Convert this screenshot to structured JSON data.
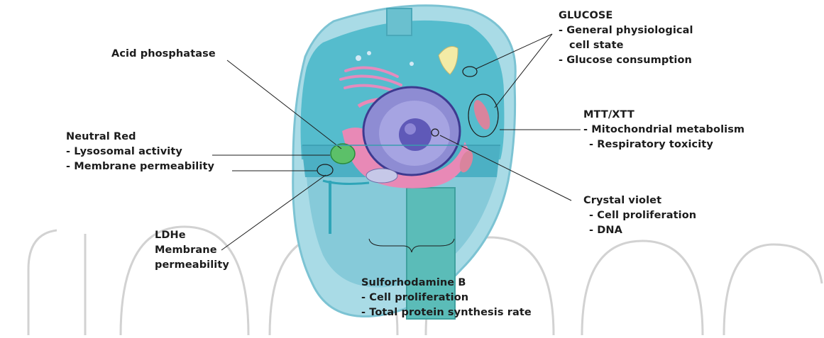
{
  "colors": {
    "cell": "#a9dbe6",
    "cytoplasm": "#55bccd",
    "nucleus": "#8e8cd3",
    "nucleolus": "#5f59b8",
    "er": "#e889b6",
    "lysosome": "#5cc069",
    "mitochondrion": "#d9849d",
    "watermark": "#d2d2d2",
    "text": "#1c1c1c"
  },
  "labels": {
    "acid_phosphatase": {
      "title": "Acid phosphatase"
    },
    "glucose": {
      "title": "GLUCOSE",
      "lines": [
        "- General physiological",
        "cell state",
        "- Glucose consumption"
      ]
    },
    "neutral_red": {
      "title": "Neutral Red",
      "lines": [
        "- Lysosomal activity",
        "- Membrane permeability"
      ]
    },
    "mtt": {
      "title": "MTT/XTT",
      "lines": [
        "- Mitochondrial metabolism",
        "- Respiratory toxicity"
      ]
    },
    "crystal_violet": {
      "title": "Crystal violet",
      "lines": [
        "- Cell proliferation",
        "- DNA"
      ]
    },
    "ldhe": {
      "title": "LDHe",
      "lines": [
        "Membrane",
        "permeability"
      ]
    },
    "srb": {
      "title": "Sulforhodamine B",
      "lines": [
        "- Cell proliferation",
        "- Total protein synthesis rate"
      ]
    }
  }
}
